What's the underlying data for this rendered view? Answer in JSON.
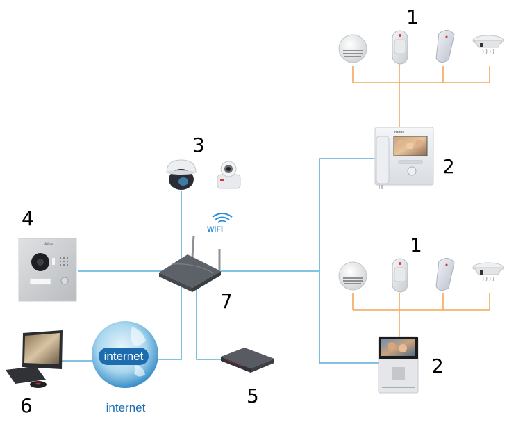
{
  "diagram": {
    "title": "",
    "colors": {
      "network_line": "#5aaed8",
      "alarm_line": "#f4a75a",
      "router_body": "#5d6268",
      "internet_blue": "#1c6cb0"
    },
    "labels": {
      "alarm_sensors_top": "1",
      "alarm_sensors_bottom": "1",
      "indoor_monitor_top": "2",
      "indoor_monitor_bottom": "2",
      "ip_cameras": "3",
      "door_station": "4",
      "nvr": "5",
      "pc_client": "6",
      "router": "7"
    },
    "texts": {
      "wifi": "WiFi",
      "globe_badge": "internet",
      "internet_caption": "internet"
    },
    "nodes": [
      {
        "id": "smoke-detector-1",
        "group": "1",
        "icon": "smoke-detector-icon"
      },
      {
        "id": "pir-sensor-1",
        "group": "1",
        "icon": "pir-sensor-icon"
      },
      {
        "id": "curtain-sensor-1",
        "group": "1",
        "icon": "curtain-sensor-icon"
      },
      {
        "id": "gas-detector-1",
        "group": "1",
        "icon": "gas-detector-icon"
      },
      {
        "id": "indoor-monitor-handset",
        "group": "2",
        "icon": "indoor-monitor-icon"
      },
      {
        "id": "dome-camera",
        "group": "3",
        "icon": "dome-camera-icon"
      },
      {
        "id": "ptz-camera",
        "group": "3",
        "icon": "ptz-camera-icon"
      },
      {
        "id": "door-station",
        "group": "4",
        "icon": "door-station-icon"
      },
      {
        "id": "nvr",
        "group": "5",
        "icon": "nvr-icon"
      },
      {
        "id": "pc",
        "group": "6",
        "icon": "desktop-pc-icon"
      },
      {
        "id": "router",
        "group": "7",
        "icon": "wifi-router-icon"
      },
      {
        "id": "internet-globe",
        "group": "",
        "icon": "globe-icon"
      },
      {
        "id": "indoor-monitor-handsfree",
        "group": "2",
        "icon": "indoor-monitor-icon"
      }
    ],
    "edges": [
      {
        "from": "router",
        "to": "dome-camera",
        "type": "network"
      },
      {
        "from": "router",
        "to": "door-station",
        "type": "network"
      },
      {
        "from": "router",
        "to": "indoor-monitor-handset",
        "type": "network"
      },
      {
        "from": "router",
        "to": "indoor-monitor-handsfree",
        "type": "network"
      },
      {
        "from": "router",
        "to": "nvr",
        "type": "network"
      },
      {
        "from": "router",
        "to": "internet-globe",
        "type": "network"
      },
      {
        "from": "internet-globe",
        "to": "pc",
        "type": "network"
      },
      {
        "from": "indoor-monitor-handset",
        "to": "alarm-sensors-top",
        "type": "alarm"
      },
      {
        "from": "indoor-monitor-handsfree",
        "to": "alarm-sensors-bottom",
        "type": "alarm"
      }
    ]
  }
}
